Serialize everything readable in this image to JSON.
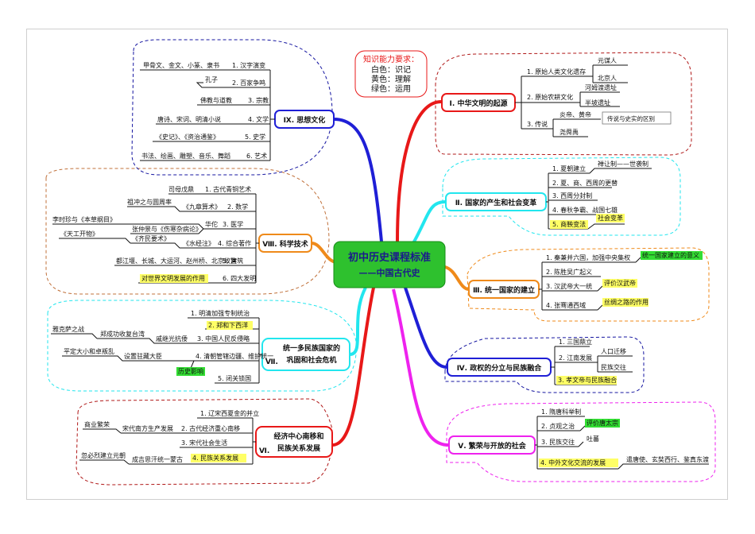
{
  "center": {
    "title": "初中历史课程标准",
    "subtitle": "——中国古代史"
  },
  "legend": {
    "title": "知识能力要求：",
    "lines": [
      "白色：识记",
      "黄色：理解",
      "绿色：运用"
    ]
  },
  "colors": {
    "red": "#e81818",
    "cyan": "#22e6ee",
    "orange": "#ef8a1a",
    "blue": "#1f1fd6",
    "magenta": "#ee22ee",
    "navy": "#1414a0",
    "brown": "#c0703a",
    "darkred": "#b01818",
    "center_green": "#2ec12e"
  },
  "branches": {
    "b1": {
      "label": "Ⅰ. 中华文明的起源",
      "items": [
        "1. 原始人类文化遗存",
        "2. 原始农耕文化",
        "3. 传说"
      ],
      "sub": [
        "元谋人",
        "北京人",
        "河姆渡遗址",
        "半坡遗址",
        "炎帝、黄帝",
        "尧舜禹",
        "传说与史实的区别"
      ]
    },
    "b2": {
      "label": "Ⅱ. 国家的产生和社会变革",
      "items": [
        "1. 夏朝建立",
        "2. 夏、商、西周的更替",
        "3. 西周分封制",
        "4. 春秋争霸、战国七雄",
        "5. 商鞅变法"
      ],
      "sub": [
        "禅让制——世袭制",
        "社会变革"
      ]
    },
    "b3": {
      "label": "Ⅲ. 统一国家的建立",
      "items": [
        "1. 秦兼并六国，加强中央集权",
        "2. 陈胜吴广起义",
        "3. 汉武帝大一统",
        "4. 张骞通西域"
      ],
      "sub": [
        "统一国家建立的意义",
        "评价汉武帝",
        "丝绸之路的作用"
      ]
    },
    "b4": {
      "label": "Ⅳ. 政权的分立与民族融合",
      "items": [
        "1. 三国鼎立",
        "2. 江南发展",
        "3. 孝文帝与民族融合"
      ],
      "sub": [
        "人口迁移",
        "民族交往"
      ]
    },
    "b5": {
      "label": "Ⅴ. 繁荣与开放的社会",
      "items": [
        "1. 隋唐科举制",
        "2. 贞观之治",
        "3. 民族交往",
        "4. 中外文化交流的发展"
      ],
      "sub": [
        "评价唐太宗",
        "吐蕃",
        "遣唐使、玄奘西行、鉴真东渡"
      ]
    },
    "b6": {
      "label_num": "Ⅵ.",
      "label_l1": "经济中心南移和",
      "label_l2": "民族关系发展",
      "items": [
        "1. 辽宋西夏金的并立",
        "2. 古代经济重心南移",
        "3. 宋代社会生活",
        "4. 民族关系发展"
      ],
      "sub": [
        "宋代南方生产发展",
        "商业繁荣",
        "成吉思汗统一蒙古",
        "忽必烈建立元朝"
      ]
    },
    "b7": {
      "label_num": "Ⅶ.",
      "label_l1": "统一多民族国家的",
      "label_l2": "巩固和社会危机",
      "items": [
        "1. 明清加强专制统治",
        "2. 郑和下西洋",
        "3. 中国人民反侵略",
        "4. 清朝管辖边疆、维护统一",
        "5. 闭关锁国"
      ],
      "sub": [
        "戚继光抗倭",
        "郑成功收复台湾",
        "雅克萨之战",
        "设置驻藏大臣",
        "平定大小和卓叛乱",
        "历史影响"
      ]
    },
    "b8": {
      "label": "Ⅷ. 科学技术",
      "items": [
        "1. 古代青铜艺术",
        "2. 数学",
        "3. 医学",
        "4. 综合著作",
        "5. 建筑",
        "6. 四大发明"
      ],
      "sub": [
        "司母戊鼎",
        "祖冲之与圆周率",
        "《九章算术》",
        "华佗",
        "李时珍与《本草纲目》",
        "张仲景与《伤寒杂病论》",
        "《水经注》",
        "《齐民要术》",
        "《天工开物》",
        "都江堰、长城、大运河、赵州桥、北京故宫",
        "对世界文明发展的作用"
      ]
    },
    "b9": {
      "label": "Ⅸ. 思想文化",
      "items": [
        "1. 汉字演变",
        "2. 百家争鸣",
        "3. 宗教",
        "4. 文学",
        "5. 史学",
        "6. 艺术"
      ],
      "sub": [
        "甲骨文、金文、小篆、隶书",
        "孔子",
        "佛教与道教",
        "唐诗、宋词、明清小说",
        "《史记》、《资治通鉴》",
        "书法、绘画、雕塑、音乐、舞蹈"
      ]
    }
  }
}
